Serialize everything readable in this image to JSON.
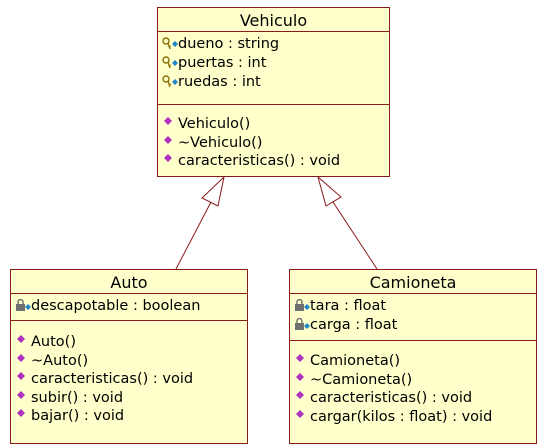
{
  "colors": {
    "class_fill": "#ffffcb",
    "class_border": "#8b1a1a",
    "link_color": "#8b1a1a",
    "op_icon": "#b030c0"
  },
  "classes": {
    "vehiculo": {
      "name": "Vehiculo",
      "attributes": [
        {
          "text": "dueno : string",
          "icon": "key-attribute-icon"
        },
        {
          "text": "puertas : int",
          "icon": "key-attribute-icon"
        },
        {
          "text": "ruedas : int",
          "icon": "key-attribute-icon"
        }
      ],
      "operations": [
        "Vehiculo()",
        "~Vehiculo()",
        "caracteristicas() : void"
      ]
    },
    "auto": {
      "name": "Auto",
      "attributes": [
        {
          "text": "descapotable : boolean",
          "icon": "lock-attribute-icon"
        }
      ],
      "operations": [
        "Auto()",
        "~Auto()",
        "caracteristicas() : void",
        "subir() : void",
        "bajar() : void"
      ]
    },
    "camioneta": {
      "name": "Camioneta",
      "attributes": [
        {
          "text": "tara : float",
          "icon": "lock-attribute-icon"
        },
        {
          "text": "carga : float",
          "icon": "lock-attribute-icon"
        }
      ],
      "operations": [
        "Camioneta()",
        "~Camioneta()",
        "caracteristicas() : void",
        "cargar(kilos : float) : void"
      ]
    }
  }
}
